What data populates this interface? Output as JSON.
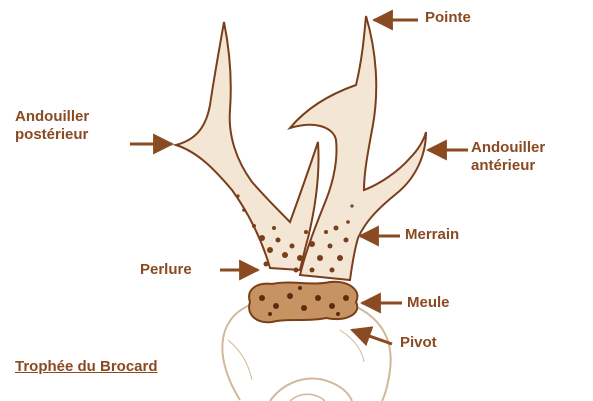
{
  "colors": {
    "ink": "#8a4a22",
    "antler_fill": "#f3e6d4",
    "antler_stroke": "#7a3e1b",
    "skull_stroke": "#d2b89a"
  },
  "labels": {
    "pointe": "Pointe",
    "andouiller_posterieur_1": "Andouiller",
    "andouiller_posterieur_2": "postérieur",
    "andouiller_anterieur_1": "Andouiller",
    "andouiller_anterieur_2": "antérieur",
    "merrain": "Merrain",
    "perlure": "Perlure",
    "meule": "Meule",
    "pivot": "Pivot"
  },
  "caption": "Trophée du Brocard"
}
